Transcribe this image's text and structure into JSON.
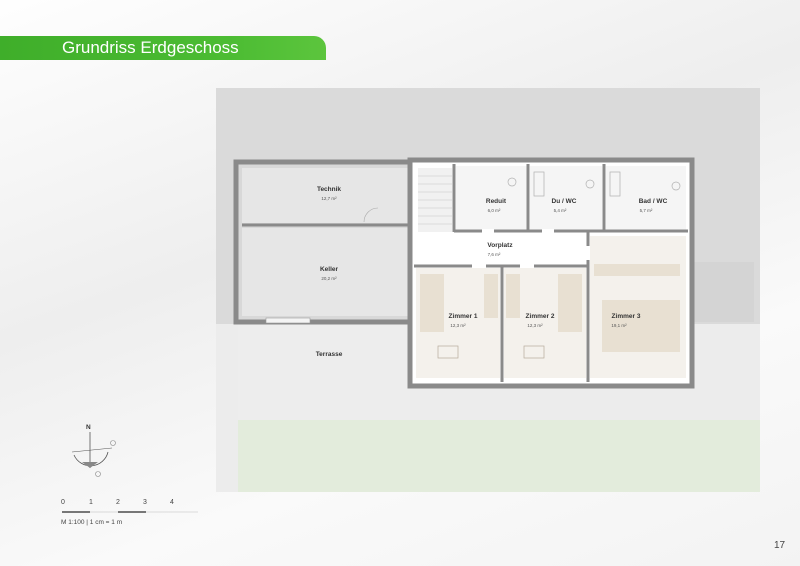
{
  "header": {
    "title": "Grundriss Erdgeschoss"
  },
  "rooms": {
    "technik": {
      "label": "Technik",
      "area": "12,7 m²"
    },
    "keller": {
      "label": "Keller",
      "area": "20,2 m²"
    },
    "terrasse": {
      "label": "Terrasse"
    },
    "reduit": {
      "label": "Reduit",
      "area": "6,0 m²"
    },
    "du_wc": {
      "label": "Du / WC",
      "area": "5,4 m²"
    },
    "bad_wc": {
      "label": "Bad / WC",
      "area": "5,7 m²"
    },
    "vorplatz": {
      "label": "Vorplatz",
      "area": "7,6 m²"
    },
    "zimmer1": {
      "label": "Zimmer 1",
      "area": "12,3 m²"
    },
    "zimmer2": {
      "label": "Zimmer 2",
      "area": "12,3 m²"
    },
    "zimmer3": {
      "label": "Zimmer 3",
      "area": "19,1 m²"
    }
  },
  "compass": {
    "north": "N"
  },
  "scale": {
    "ticks": [
      "0",
      "1",
      "2",
      "3",
      "4"
    ],
    "note": "M 1:100 | 1 cm = 1 m"
  },
  "footer": {
    "page_number": "17"
  },
  "colors": {
    "accent_green": "#4cbc33",
    "wall": "#8a8a8a",
    "lawn": "#e3ecdc"
  }
}
